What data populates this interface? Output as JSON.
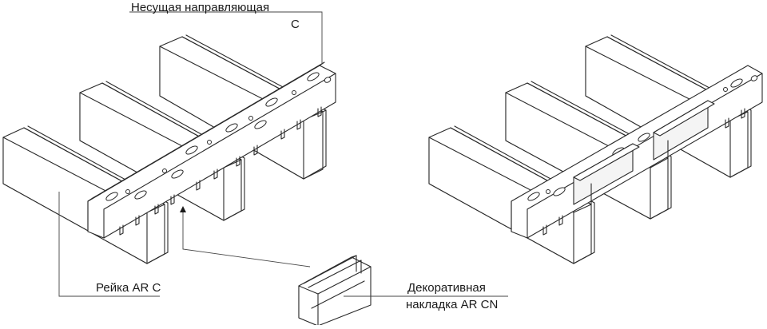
{
  "labels": {
    "carrier_line1": "Несущая направляющая",
    "carrier_line2": "C",
    "rail": "Рейка AR C",
    "decorative_line1": "Декоративная",
    "decorative_line2": "накладка AR CN"
  }
}
